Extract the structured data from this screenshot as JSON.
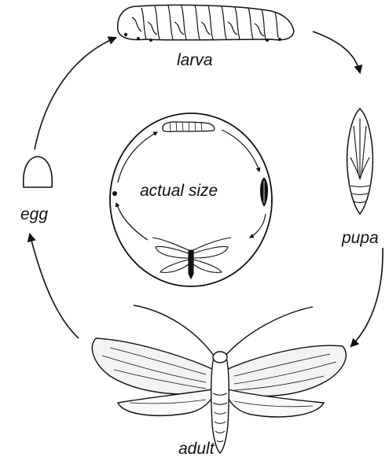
{
  "diagram": {
    "stages": {
      "larva": "larva",
      "pupa": "pupa",
      "adult": "adult",
      "egg": "egg"
    },
    "inset_caption": "actual size"
  },
  "colors": {
    "ink": "#111111",
    "paper": "#ffffff"
  }
}
